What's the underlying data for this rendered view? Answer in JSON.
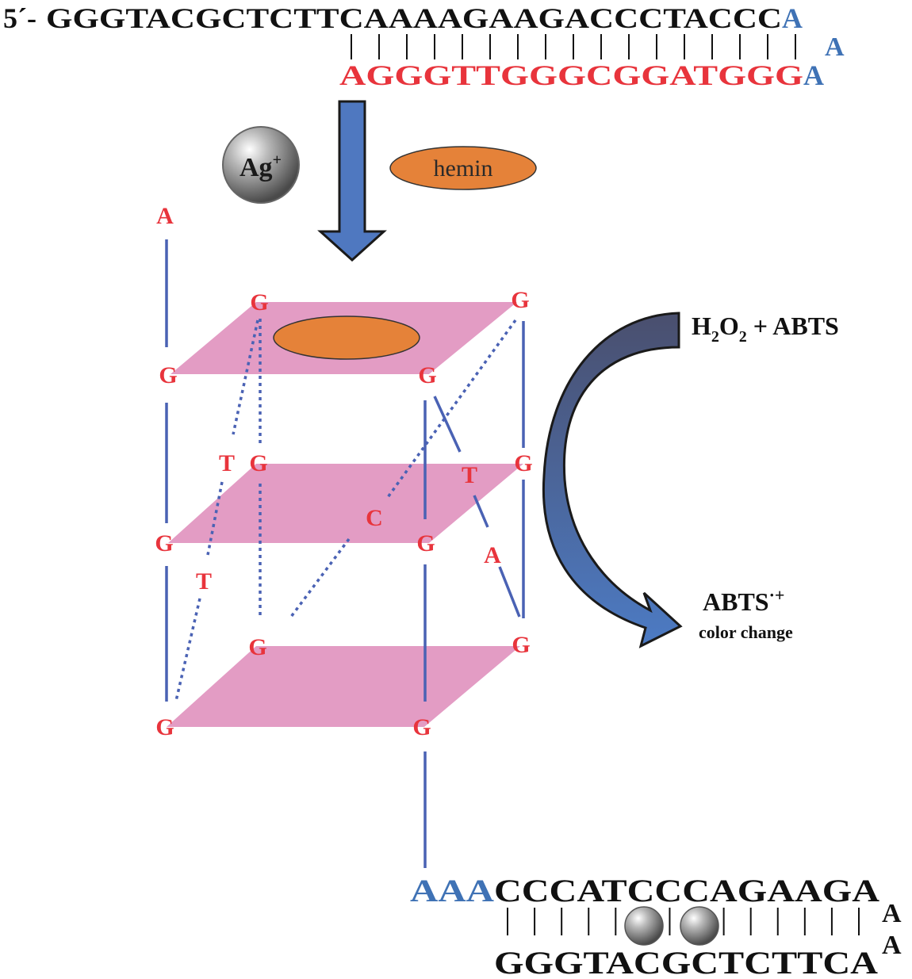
{
  "colors": {
    "black": "#111111",
    "red": "#e8343c",
    "blue": "#3f72b5",
    "pink": "#e39cc4",
    "orange": "#e58239",
    "strand": "#4a62b4",
    "arrow_fill": "#4f78c0",
    "curved_arrow_top": "#4a4f6e",
    "curved_arrow_bottom": "#4c7bc4",
    "ion": "#8e8e8e"
  },
  "top_duplex": {
    "five_prime_label": "5´-",
    "strand_top_black": "GGGTACGCTCTTCAAAAGAAGACCCTACCC",
    "strand_top_blue": "A",
    "loop_blue": "A",
    "strand_bottom_red": "AGGGTTGGGCGGATGGG",
    "strand_bottom_blue": "A"
  },
  "reagents": {
    "ag_ion": "Ag",
    "ag_charge": "+",
    "hemin_label": "hemin"
  },
  "quadruplex": {
    "top_a": "A",
    "g": "G",
    "t": "T",
    "c": "C",
    "a": "A"
  },
  "reaction": {
    "substrate_h": "H",
    "substrate_sub1": "2",
    "substrate_o": "O",
    "substrate_sub2": "2",
    "substrate_rest": " + ABTS",
    "product": "ABTS",
    "product_charge": "·+",
    "product_note": "color change"
  },
  "bottom_duplex": {
    "strand_top_blue": "AAA",
    "strand_top_black": "CCCATCCCAGAAGA",
    "loop_a1": "A",
    "loop_a2": "A",
    "strand_bottom": "GGGTACGCTCTTCA"
  }
}
